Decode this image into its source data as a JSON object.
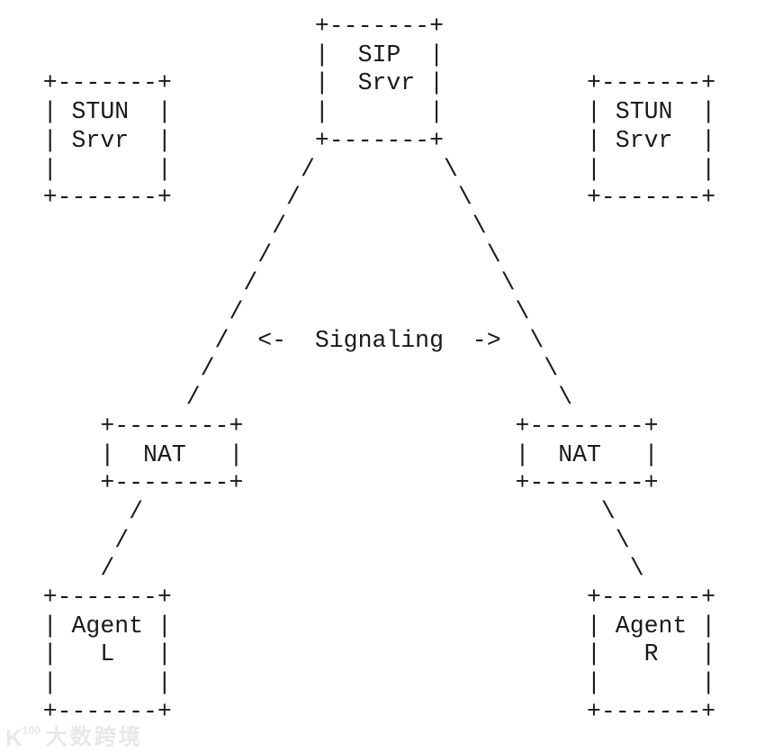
{
  "diagram": {
    "ascii_rows": [
      "                      +-------+",
      "                      |  SIP  |",
      "   +-------+          |  Srvr |          +-------+",
      "   | STUN  |          |       |          | STUN  |",
      "   | Srvr  |          +-------+          | Srvr  |",
      "   |       |         /         \\         |       |",
      "   +-------+        /           \\        +-------+",
      "                   /             \\",
      "                  /               \\",
      "                 /                 \\",
      "                /                   \\",
      "               /  <-  Signaling  ->  \\",
      "              /                       \\",
      "             /                         \\",
      "       +--------+                   +--------+",
      "       |  NAT   |                   |  NAT   |",
      "       +--------+                   +--------+",
      "         /                                \\",
      "        /                                  \\",
      "       /                                    \\",
      "   +-------+                             +-------+",
      "   | Agent |                             | Agent |",
      "   |   L   |                             |   R   |",
      "   |       |                             |       |",
      "   +-------+                             +-------+"
    ],
    "nodes": [
      {
        "id": "sip-server",
        "label": "SIP Srvr"
      },
      {
        "id": "stun-server-left",
        "label": "STUN Srvr"
      },
      {
        "id": "stun-server-right",
        "label": "STUN Srvr"
      },
      {
        "id": "nat-left",
        "label": "NAT"
      },
      {
        "id": "nat-right",
        "label": "NAT"
      },
      {
        "id": "agent-l",
        "label": "Agent L"
      },
      {
        "id": "agent-r",
        "label": "Agent R"
      }
    ],
    "signaling_label": "<-  Signaling  ->"
  },
  "watermark": {
    "logo_main": "K",
    "logo_sup": "100",
    "brand_text": "大数跨境"
  },
  "colors": {
    "diagram_text": "#1a1a1a",
    "background": "#ffffff",
    "watermark": "#e8e8e8"
  }
}
